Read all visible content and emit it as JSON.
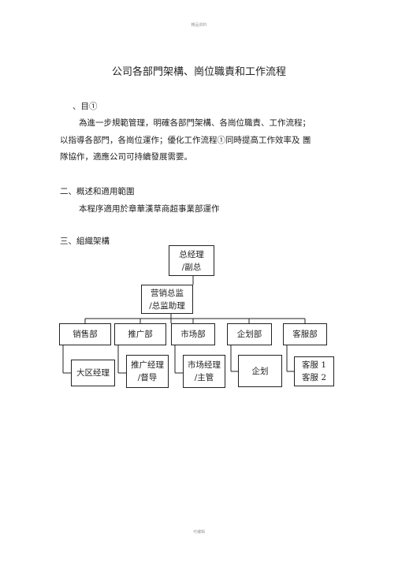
{
  "header": {
    "text": "精品资料"
  },
  "title": "公司各部門架構、崗位職責和工作流程",
  "section1": {
    "heading": "、目①",
    "lines": [
      "為進一步規範管理，明確各部門架構、各崗位職責、工作流程；",
      "以指導各部門，各崗位運作；優化工作流程①同時提高工作效率及  團",
      "隊協作，適應公司可持續發展需要。"
    ]
  },
  "section2": {
    "heading": "二、概述和適用範圍",
    "text": "本程序適用於章華漢草商超事業部運作"
  },
  "section3": {
    "heading": "三、組織架構"
  },
  "org": {
    "top": {
      "line1": "总经理",
      "line2": "/副总"
    },
    "mid": {
      "line1": "营销总监",
      "line2": "/总监助理"
    },
    "departments": [
      {
        "name": "销售部",
        "sub1": "大区经理",
        "sub2": ""
      },
      {
        "name": "推广部",
        "sub1": "推广经理",
        "sub2": "/督导"
      },
      {
        "name": "市场部",
        "sub1": "市场经理",
        "sub2": "/主管"
      },
      {
        "name": "企划部",
        "sub1": "企划",
        "sub2": ""
      },
      {
        "name": "客服部",
        "sub1": "客服 1",
        "sub2": "客服 2"
      }
    ]
  },
  "footer": {
    "text": "可编辑"
  }
}
